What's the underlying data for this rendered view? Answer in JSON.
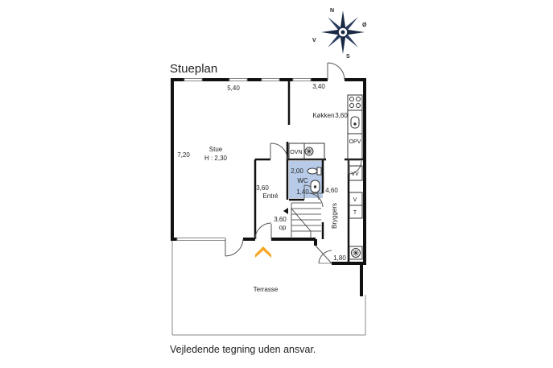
{
  "title": "Stueplan",
  "disclaimer": "Vejledende tegning uden ansvar.",
  "compass": {
    "n": "N",
    "o": "Ø",
    "s": "S",
    "v": "V"
  },
  "rooms": {
    "stue": {
      "name": "Stue",
      "height": "H : 2,30",
      "width": "5,40",
      "depth": "7,20"
    },
    "kokken": {
      "name": "Køkken",
      "width": "3,40",
      "depth": "3,60"
    },
    "entre": {
      "name": "Entré",
      "dim": "3,60"
    },
    "wc": {
      "name": "WC",
      "width": "2,00",
      "depth": "1,40"
    },
    "stairs": {
      "dim": "3,60",
      "label": "op"
    },
    "bryggers": {
      "name": "Bryggers",
      "depth": "4,60",
      "width": "1,80"
    },
    "terrasse": {
      "name": "Terrasse"
    }
  },
  "fixtures": {
    "ovn": "OVN",
    "opv": "OPV",
    "vv": "VV",
    "v": "V",
    "t": "T"
  },
  "colors": {
    "wall": "#111111",
    "wc_fill": "#b7cbe8",
    "entry_arrow": "#f5a623",
    "window": "#9a9a9a"
  }
}
